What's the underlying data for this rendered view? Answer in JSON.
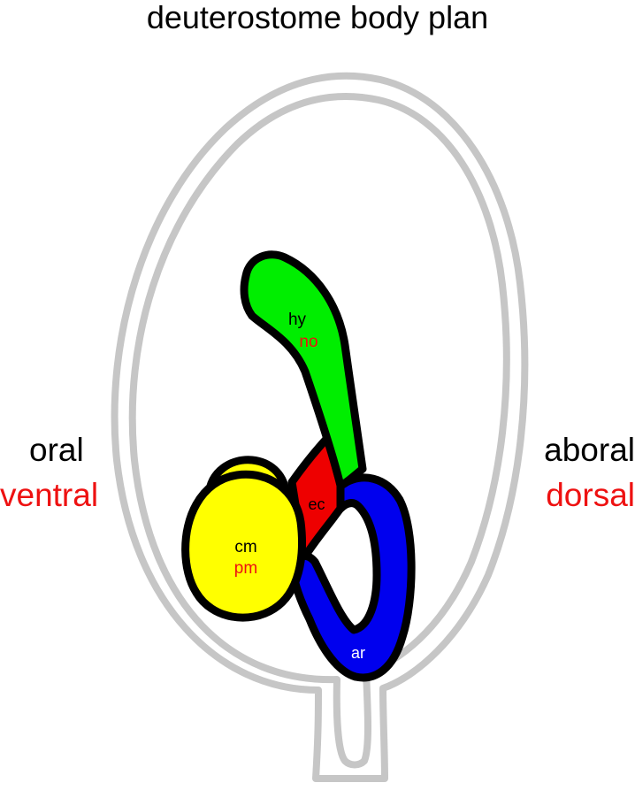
{
  "title": "deuterostome body plan",
  "left_labels": {
    "top": "oral",
    "bottom": "ventral"
  },
  "right_labels": {
    "top": "aboral",
    "bottom": "dorsal"
  },
  "structures": {
    "hydrocoel": {
      "label": "hy",
      "sublabel": "no"
    },
    "enterocoel": {
      "label": "ec"
    },
    "coelom": {
      "label": "cm",
      "sublabel": "pm"
    },
    "archenteron": {
      "label": "ar"
    }
  },
  "colors": {
    "outline_gray": "#c6c6c6",
    "stroke": "#000000",
    "green": "#00ee00",
    "red": "#ee0000",
    "yellow": "#ffff00",
    "blue": "#0000ee",
    "black_text": "#000000",
    "red_text": "#ee1111",
    "white_text": "#ffffff"
  }
}
